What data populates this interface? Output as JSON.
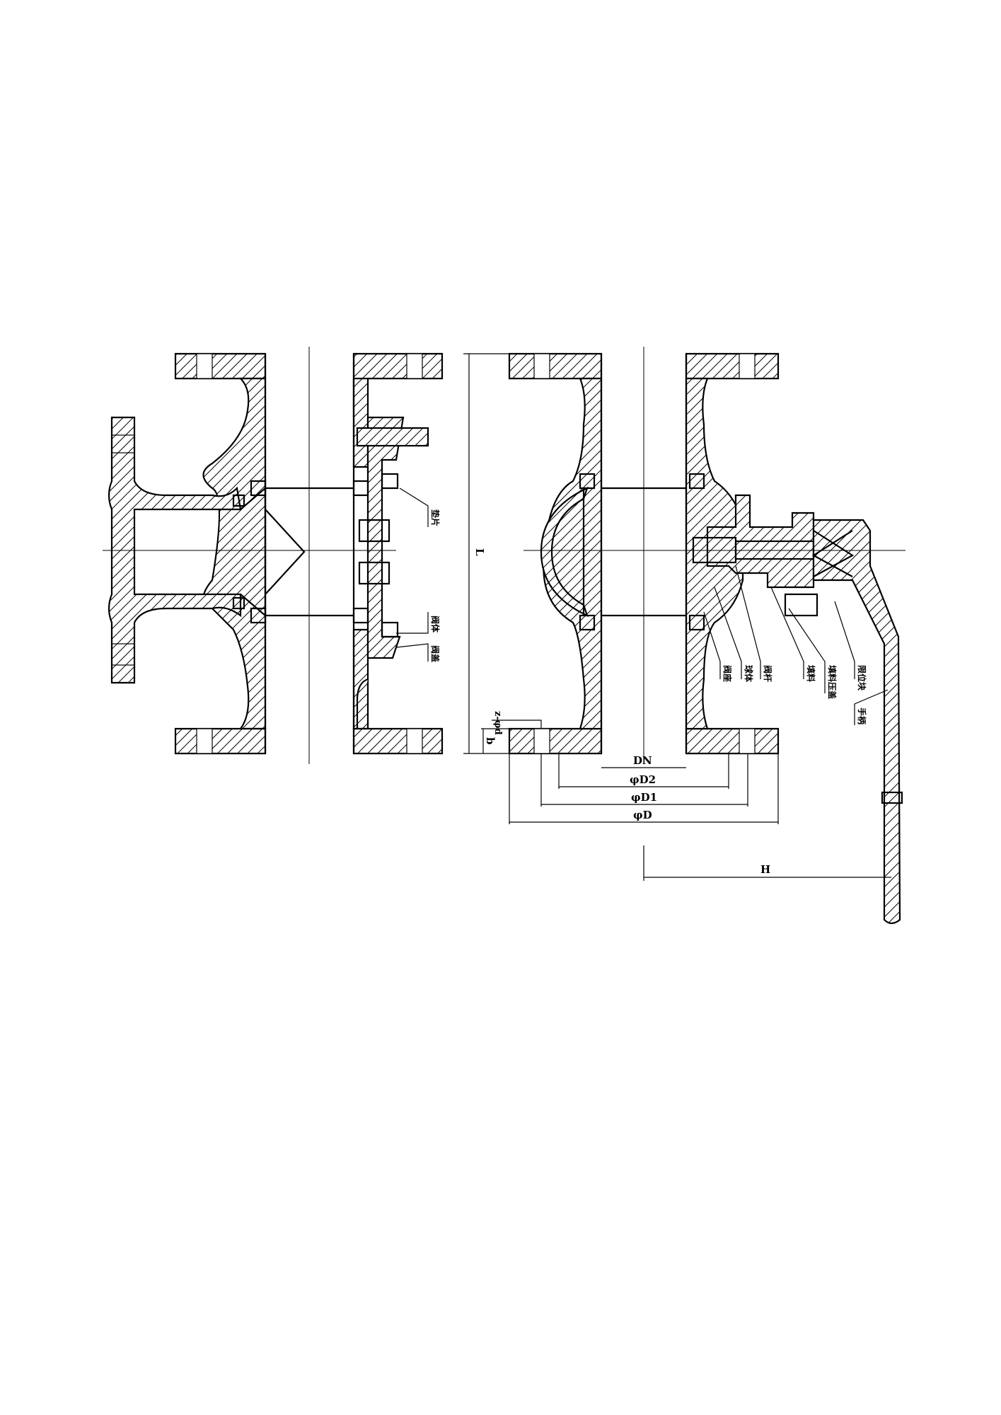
{
  "left_view": {
    "labels": [
      "垫片",
      "阀体",
      "阀盖"
    ]
  },
  "right_view": {
    "labels": [
      "阀座",
      "球体",
      "阀杆",
      "填料",
      "填料压盖",
      "限位块",
      "手柄"
    ]
  },
  "dimensions": {
    "L": "L",
    "z_phi_d": "z-φd",
    "b": "b",
    "DN": "DN",
    "D2": "φD2",
    "D1": "φD1",
    "D": "φD",
    "H": "H"
  }
}
